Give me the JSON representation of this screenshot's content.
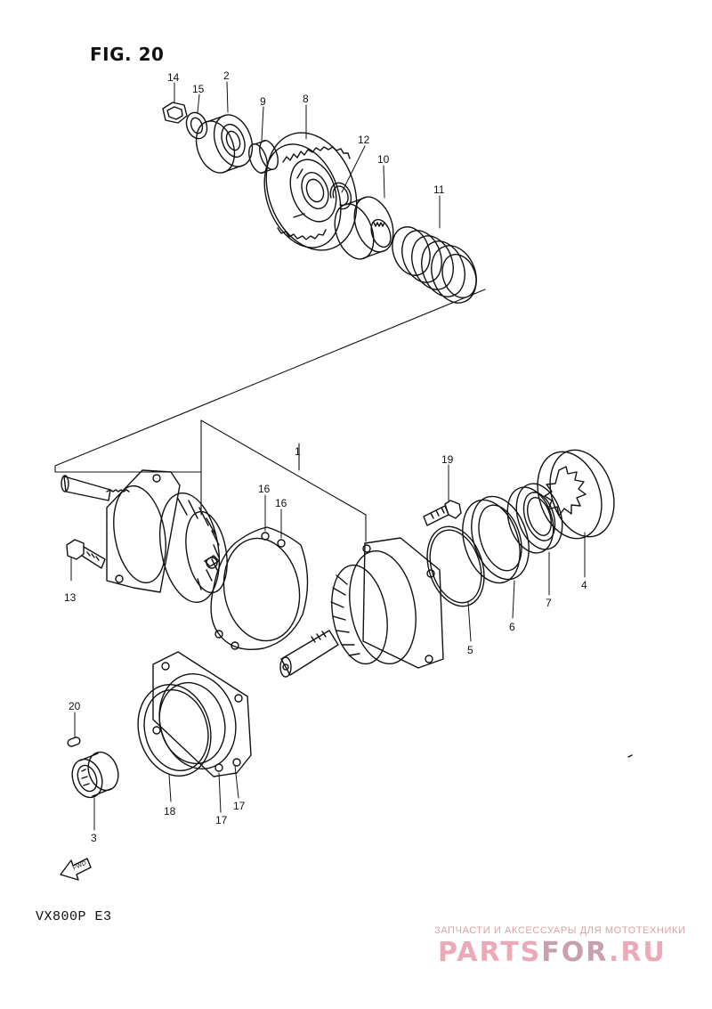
{
  "figure_title": "FIG. 20",
  "model_code": "VX800P  E3",
  "fwd_label": "FWD",
  "parts_labels": {
    "p1": "1",
    "p2": "2",
    "p3": "3",
    "p4": "4",
    "p5": "5",
    "p6": "6",
    "p7": "7",
    "p8": "8",
    "p9": "9",
    "p10": "10",
    "p11": "11",
    "p12": "12",
    "p13": "13",
    "p14": "14",
    "p15": "15",
    "p16a": "16",
    "p16b": "16",
    "p17a": "17",
    "p17b": "17",
    "p18": "18",
    "p19": "19",
    "p20": "20"
  },
  "watermark": {
    "tagline": "ЗАПЧАСТИ И АКСЕССУАРЫ ДЛЯ МОТОТЕХНИКИ",
    "brand_left": "PARTS",
    "brand_dot": "FOR",
    "brand_right": ".RU"
  }
}
